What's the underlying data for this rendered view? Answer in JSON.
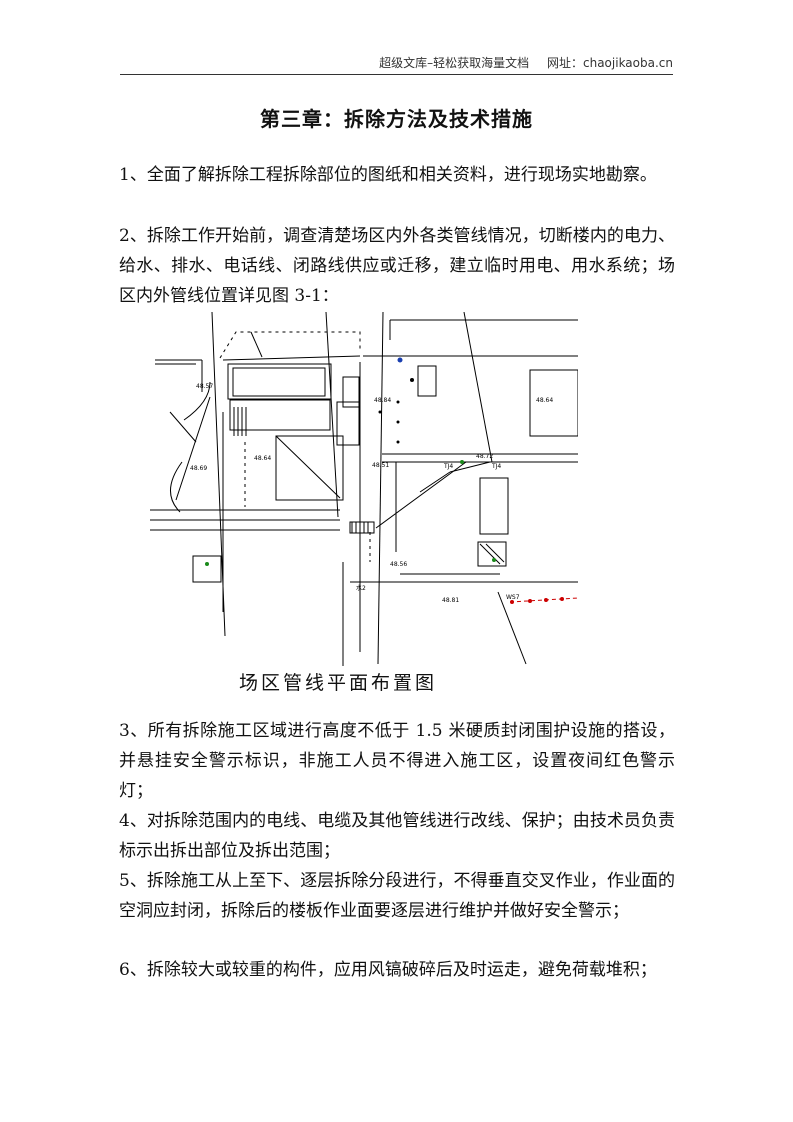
{
  "header": {
    "site": "超级文库–轻松获取海量文档",
    "url_label": "网址：chaojikaoba.cn"
  },
  "title": "第三章：拆除方法及技术措施",
  "paragraphs": [
    "1、全面了解拆除工程拆除部位的图纸和相关资料，进行现场实地勘察。",
    "2、拆除工作开始前，调查清楚场区内外各类管线情况，切断楼内的电力、给水、排水、电话线、闭路线供应或迁移，建立临时用电、用水系统；场区内外管线位置详见图 3-1：",
    "3、所有拆除施工区域进行高度不低于 1.5 米硬质封闭围护设施的搭设，并悬挂安全警示标识，非施工人员不得进入施工区，设置夜间红色警示灯；",
    "4、对拆除范围内的电线、电缆及其他管线进行改线、保护；由技术员负责标示出拆出部位及拆出范围；",
    "5、拆除施工从上至下、逐层拆除分段进行，不得垂直交叉作业，作业面的空洞应封闭，拆除后的楼板作业面要逐层进行维护并做好安全警示；",
    "6、拆除较大或较重的构件，应用风镐破碎后及时运走，避免荷载堆积；"
  ],
  "figure": {
    "caption": "场区管线平面布置图",
    "labels": {
      "e1": "48.57",
      "e2": "48.69",
      "e3": "48.64",
      "e4": "48.51",
      "e5": "48.72",
      "e6": "48.64",
      "e7": "48.56",
      "e8": "48.81",
      "e9": "48.84",
      "w1": "水2",
      "w2": "TJ4",
      "w3": "TJ4",
      "w4": "WS7"
    }
  }
}
